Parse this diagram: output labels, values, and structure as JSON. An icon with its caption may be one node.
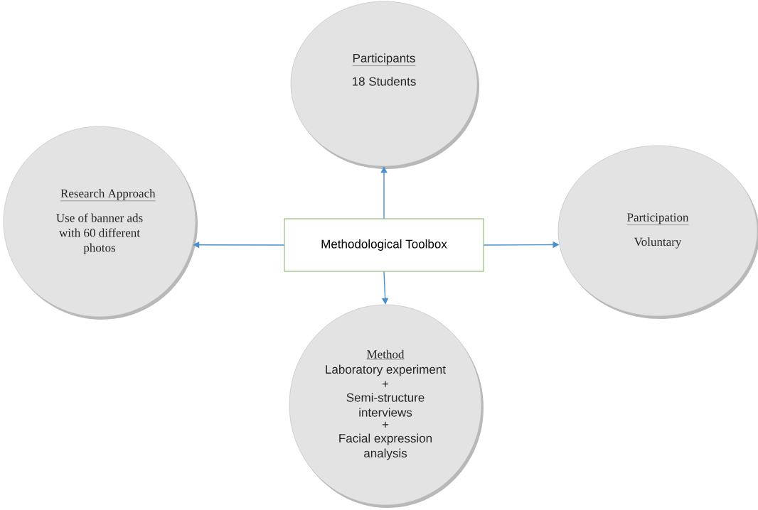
{
  "diagram": {
    "nodes": [
      {
        "text": [
          "Participants",
          "18 Students"
        ]
      },
      {
        "text": [
          "Research Approach",
          "Use of banner ads with 60 different photos"
        ]
      },
      {
        "text": [
          "Methodological Toolbox"
        ]
      },
      {
        "text": [
          "Participation",
          "Voluntary"
        ]
      },
      {
        "text": [
          "Method",
          "Laboratory experiment",
          "+",
          "Semi-structure interviews",
          "+",
          "Facial expression analysis"
        ]
      }
    ],
    "edges": [
      {
        "from": 2,
        "to": 0,
        "arrow": "to"
      },
      {
        "from": 2,
        "to": 1,
        "arrow": "to"
      },
      {
        "from": 2,
        "to": 3,
        "arrow": "to"
      },
      {
        "from": 2,
        "to": 4,
        "arrow": "to"
      }
    ]
  }
}
